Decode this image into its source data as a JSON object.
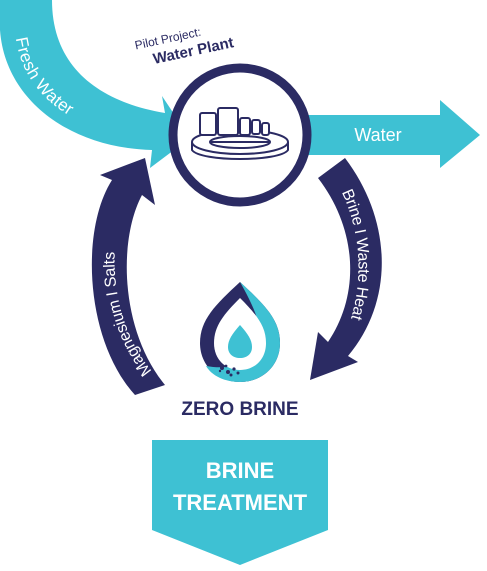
{
  "colors": {
    "teal": "#3ec1d3",
    "navy": "#2b2b63",
    "white": "#ffffff"
  },
  "pilot": {
    "line1": "Pilot Project:",
    "line2": "Water Plant"
  },
  "arrows": {
    "fresh_water": "Fresh Water",
    "water_out": "Water",
    "brine_waste_heat": "Brine I Waste Heat",
    "magnesium_salts": "Magnesium  I  Salts"
  },
  "zero_brine": "ZERO BRINE",
  "treatment": {
    "line1": "BRINE",
    "line2": "TREATMENT"
  },
  "icons": {
    "plant": "water-treatment-plant-icon",
    "drop": "water-drop-icon"
  }
}
